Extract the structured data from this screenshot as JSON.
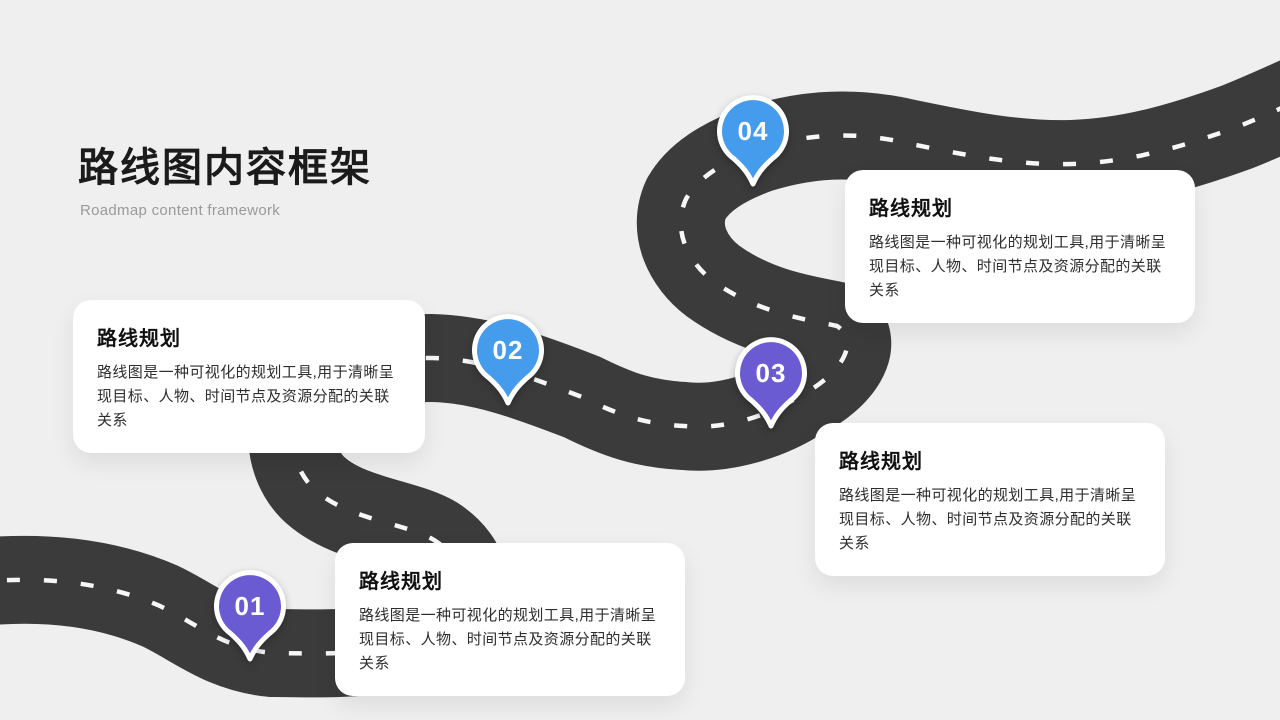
{
  "slide": {
    "title": "路线图内容框架",
    "subtitle": "Roadmap content framework"
  },
  "colors": {
    "background": "#EFEFEF",
    "road": "#3B3B3B",
    "road_dash": "#FFFFFF",
    "pin_blue": "#459BEC",
    "pin_purple": "#6B5BD2",
    "card_background": "#FFFFFF"
  },
  "milestones": [
    {
      "number": "01",
      "pin_color": "#6B5BD2",
      "card_title": "路线规划",
      "card_body": "路线图是一种可视化的规划工具,用于清晰呈现目标、人物、时间节点及资源分配的关联关系"
    },
    {
      "number": "02",
      "pin_color": "#459BEC",
      "card_title": "路线规划",
      "card_body": "路线图是一种可视化的规划工具,用于清晰呈现目标、人物、时间节点及资源分配的关联关系"
    },
    {
      "number": "03",
      "pin_color": "#6B5BD2",
      "card_title": "路线规划",
      "card_body": "路线图是一种可视化的规划工具,用于清晰呈现目标、人物、时间节点及资源分配的关联关系"
    },
    {
      "number": "04",
      "pin_color": "#459BEC",
      "card_title": "路线规划",
      "card_body": "路线图是一种可视化的规划工具,用于清晰呈现目标、人物、时间节点及资源分配的关联关系"
    }
  ]
}
